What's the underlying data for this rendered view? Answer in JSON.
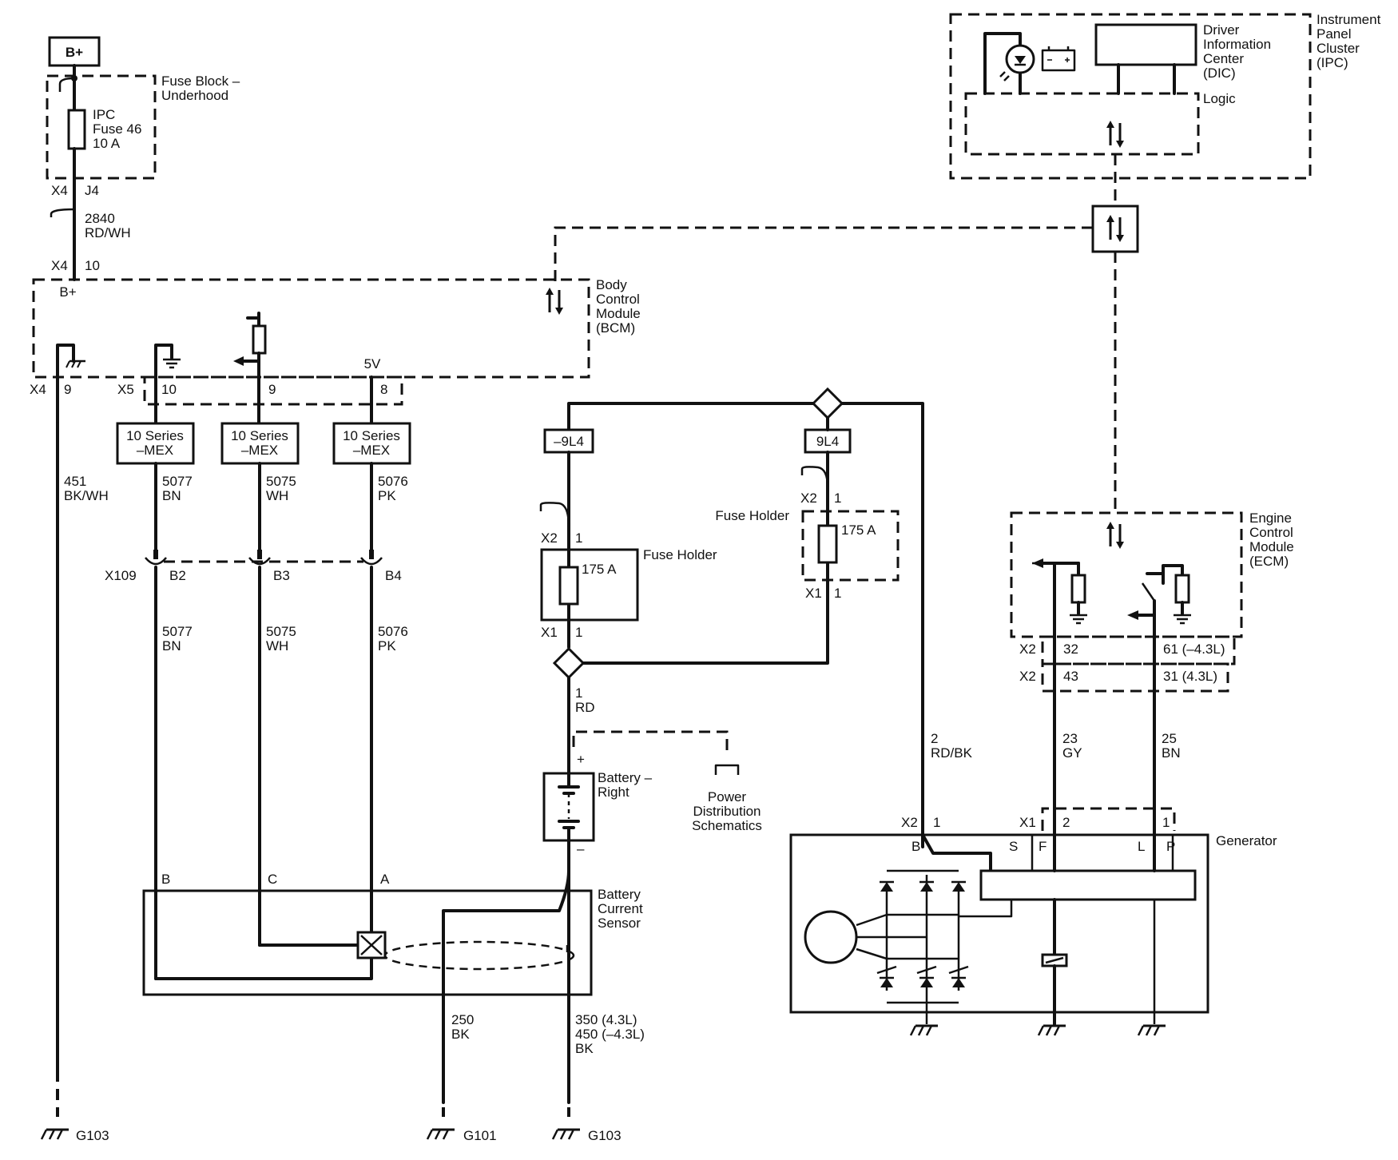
{
  "supply": {
    "label": "B+"
  },
  "fuse_block": {
    "title": "Fuse Block –",
    "title2": "Underhood",
    "fuse_name": "IPC",
    "fuse_num": "Fuse 46",
    "fuse_rating": "10 A"
  },
  "wire_2840": {
    "conn_top": "X4",
    "pin_top": "J4",
    "circuit": "2840",
    "color": "RD/WH",
    "conn_bot": "X4",
    "pin_bot": "10"
  },
  "bcm": {
    "l1": "Body",
    "l2": "Control",
    "l3": "Module",
    "l4": "(BCM)",
    "bplus": "B+",
    "v5": "5V",
    "conn_x4": "X4",
    "pin_9a": "9",
    "conn_x5": "X5",
    "pin_10": "10",
    "pin_9b": "9",
    "pin_8": "8"
  },
  "mex": [
    {
      "l1": "10 Series",
      "l2": "–MEX"
    },
    {
      "l1": "10 Series",
      "l2": "–MEX"
    },
    {
      "l1": "10 Series",
      "l2": "–MEX"
    }
  ],
  "wires_upper": [
    {
      "num": "451",
      "color": "BK/WH"
    },
    {
      "num": "5077",
      "color": "BN"
    },
    {
      "num": "5075",
      "color": "WH"
    },
    {
      "num": "5076",
      "color": "PK"
    }
  ],
  "x109": {
    "conn": "X109",
    "b2": "B2",
    "b3": "B3",
    "b4": "B4"
  },
  "wires_lower": [
    {
      "num": "5077",
      "color": "BN"
    },
    {
      "num": "5075",
      "color": "WH"
    },
    {
      "num": "5076",
      "color": "PK"
    }
  ],
  "bcs": {
    "l1": "Battery",
    "l2": "Current",
    "l3": "Sensor",
    "pin_b": "B",
    "pin_c": "C",
    "pin_a": "A"
  },
  "ground_wires": [
    {
      "num": "250",
      "color": "BK"
    },
    {
      "num": "350 (4.3L)",
      "num2": "450 (–4.3L)",
      "color": "BK"
    }
  ],
  "grounds": [
    "G103",
    "G101",
    "G103"
  ],
  "splices": {
    "left": "–9L4",
    "right": "9L4"
  },
  "fuse_holder_left": {
    "label": "Fuse Holder",
    "rating": "175 A",
    "conn_top": "X2",
    "pin_top": "1",
    "conn_bot": "X1",
    "pin_bot": "1"
  },
  "fuse_holder_right": {
    "label": "Fuse Holder",
    "rating": "175 A",
    "conn_top": "X2",
    "pin_top": "1",
    "conn_bot": "X1",
    "pin_bot": "1"
  },
  "wire_rd": {
    "num": "1",
    "color": "RD"
  },
  "battery": {
    "l1": "Battery –",
    "l2": "Right",
    "plus": "+",
    "minus": "–"
  },
  "pds": {
    "l1": "Power",
    "l2": "Distribution",
    "l3": "Schematics"
  },
  "wire_rdbk": {
    "num": "2",
    "color": "RD/BK"
  },
  "ipc": {
    "l1": "Instrument",
    "l2": "Panel",
    "l3": "Cluster",
    "l4": "(IPC)",
    "dic1": "Driver",
    "dic2": "Information",
    "dic3": "Center",
    "dic4": "(DIC)",
    "logic": "Logic"
  },
  "ecm": {
    "l1": "Engine",
    "l2": "Control",
    "l3": "Module",
    "l4": "(ECM)",
    "c1": "X2",
    "p32": "32",
    "p61": "61 (–4.3L)",
    "c2": "X2",
    "p43": "43",
    "p31": "31 (4.3L)"
  },
  "wires_gen": [
    {
      "num": "23",
      "color": "GY"
    },
    {
      "num": "25",
      "color": "BN"
    }
  ],
  "generator": {
    "label": "Generator",
    "conn_x2": "X2",
    "pin_x2": "1",
    "conn_x1": "X1",
    "pin_2": "2",
    "pin_1": "1",
    "t_b": "B",
    "t_s": "S",
    "t_f": "F",
    "t_l": "L",
    "t_p": "P"
  }
}
